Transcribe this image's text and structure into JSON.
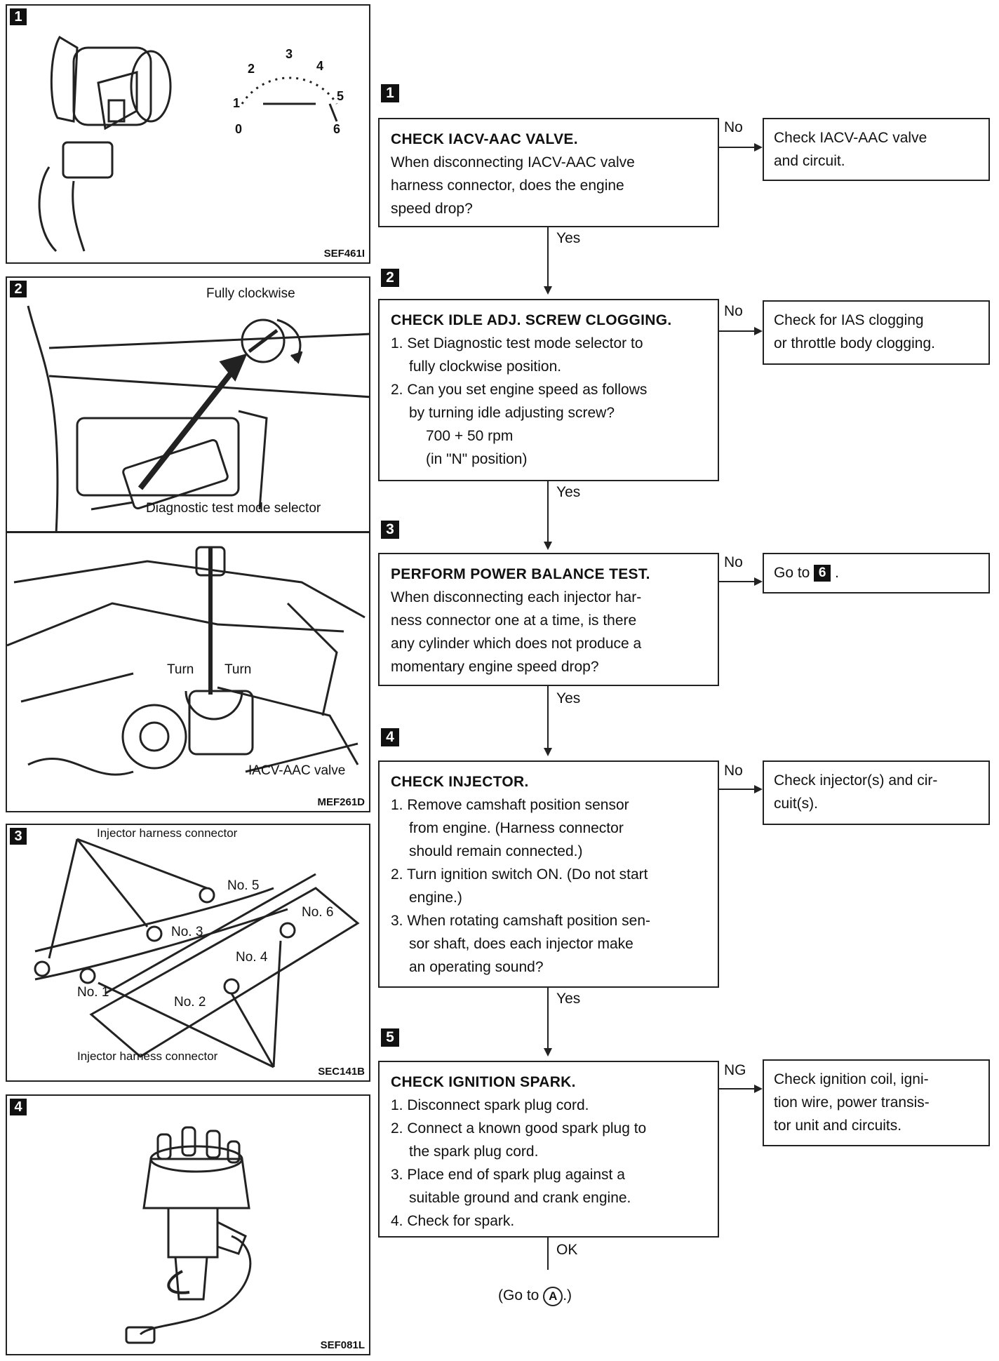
{
  "figures": {
    "f1": {
      "badge": "1",
      "code": "SEF461I",
      "gauge": [
        "0",
        "1",
        "2",
        "3",
        "4",
        "5",
        "6"
      ]
    },
    "f2": {
      "badge": "2",
      "label_top": "Fully clockwise",
      "label_bottom": "Diagnostic test mode selector"
    },
    "f2b": {
      "turn_left": "Turn",
      "turn_right": "Turn",
      "valve_label": "IACV-AAC valve",
      "code": "MEF261D"
    },
    "f3": {
      "badge": "3",
      "top_label": "Injector harness connector",
      "bottom_label": "Injector harness connector",
      "no1": "No. 1",
      "no2": "No. 2",
      "no3": "No. 3",
      "no4": "No. 4",
      "no5": "No. 5",
      "no6": "No. 6",
      "code": "SEC141B"
    },
    "f4": {
      "badge": "4",
      "code": "SEF081L"
    }
  },
  "steps": [
    {
      "badge": "1",
      "title": "CHECK IACV-AAC VALVE.",
      "lines": [
        "When disconnecting IACV-AAC valve",
        "harness connector, does the engine",
        "speed drop?"
      ],
      "branch": "No",
      "result": [
        "Check IACV-AAC valve",
        "and circuit."
      ],
      "next": "Yes"
    },
    {
      "badge": "2",
      "title": "CHECK IDLE ADJ. SCREW CLOGGING.",
      "items": [
        "1. Set Diagnostic test mode selector to",
        "fully clockwise position.",
        "2. Can you set engine speed as follows",
        "by turning idle adjusting screw?"
      ],
      "spec1": "700 + 50 rpm",
      "spec2": "(in \"N\" position)",
      "branch": "No",
      "result": [
        "Check for IAS clogging",
        "or throttle body clogging."
      ],
      "next": "Yes"
    },
    {
      "badge": "3",
      "title": "PERFORM POWER BALANCE TEST.",
      "lines": [
        "When disconnecting each injector har-",
        "ness connector one at a time, is there",
        "any cylinder which does not produce a",
        "momentary engine speed drop?"
      ],
      "branch": "No",
      "result_prefix": "Go to",
      "result_badge": "6",
      "result_suffix": ".",
      "next": "Yes"
    },
    {
      "badge": "4",
      "title": "CHECK INJECTOR.",
      "items": [
        "1. Remove camshaft position sensor",
        "from engine. (Harness connector",
        "should remain connected.)",
        "2. Turn ignition switch ON. (Do not start",
        "engine.)",
        "3. When rotating camshaft position sen-",
        "sor shaft, does each injector make",
        "an operating sound?"
      ],
      "branch": "No",
      "result": [
        "Check injector(s) and cir-",
        "cuit(s)."
      ],
      "next": "Yes"
    },
    {
      "badge": "5",
      "title": "CHECK IGNITION SPARK.",
      "items": [
        "1. Disconnect spark plug cord.",
        "2. Connect a known good spark plug to",
        "the spark plug cord.",
        "3. Place end of spark plug against a",
        "suitable ground and crank engine.",
        "4. Check for spark."
      ],
      "branch": "NG",
      "result": [
        "Check ignition coil, igni-",
        "tion wire, power transis-",
        "tor unit and circuits."
      ],
      "next": "OK"
    }
  ],
  "final": {
    "prefix": "(Go to",
    "circle": "A",
    "suffix": ".)"
  }
}
